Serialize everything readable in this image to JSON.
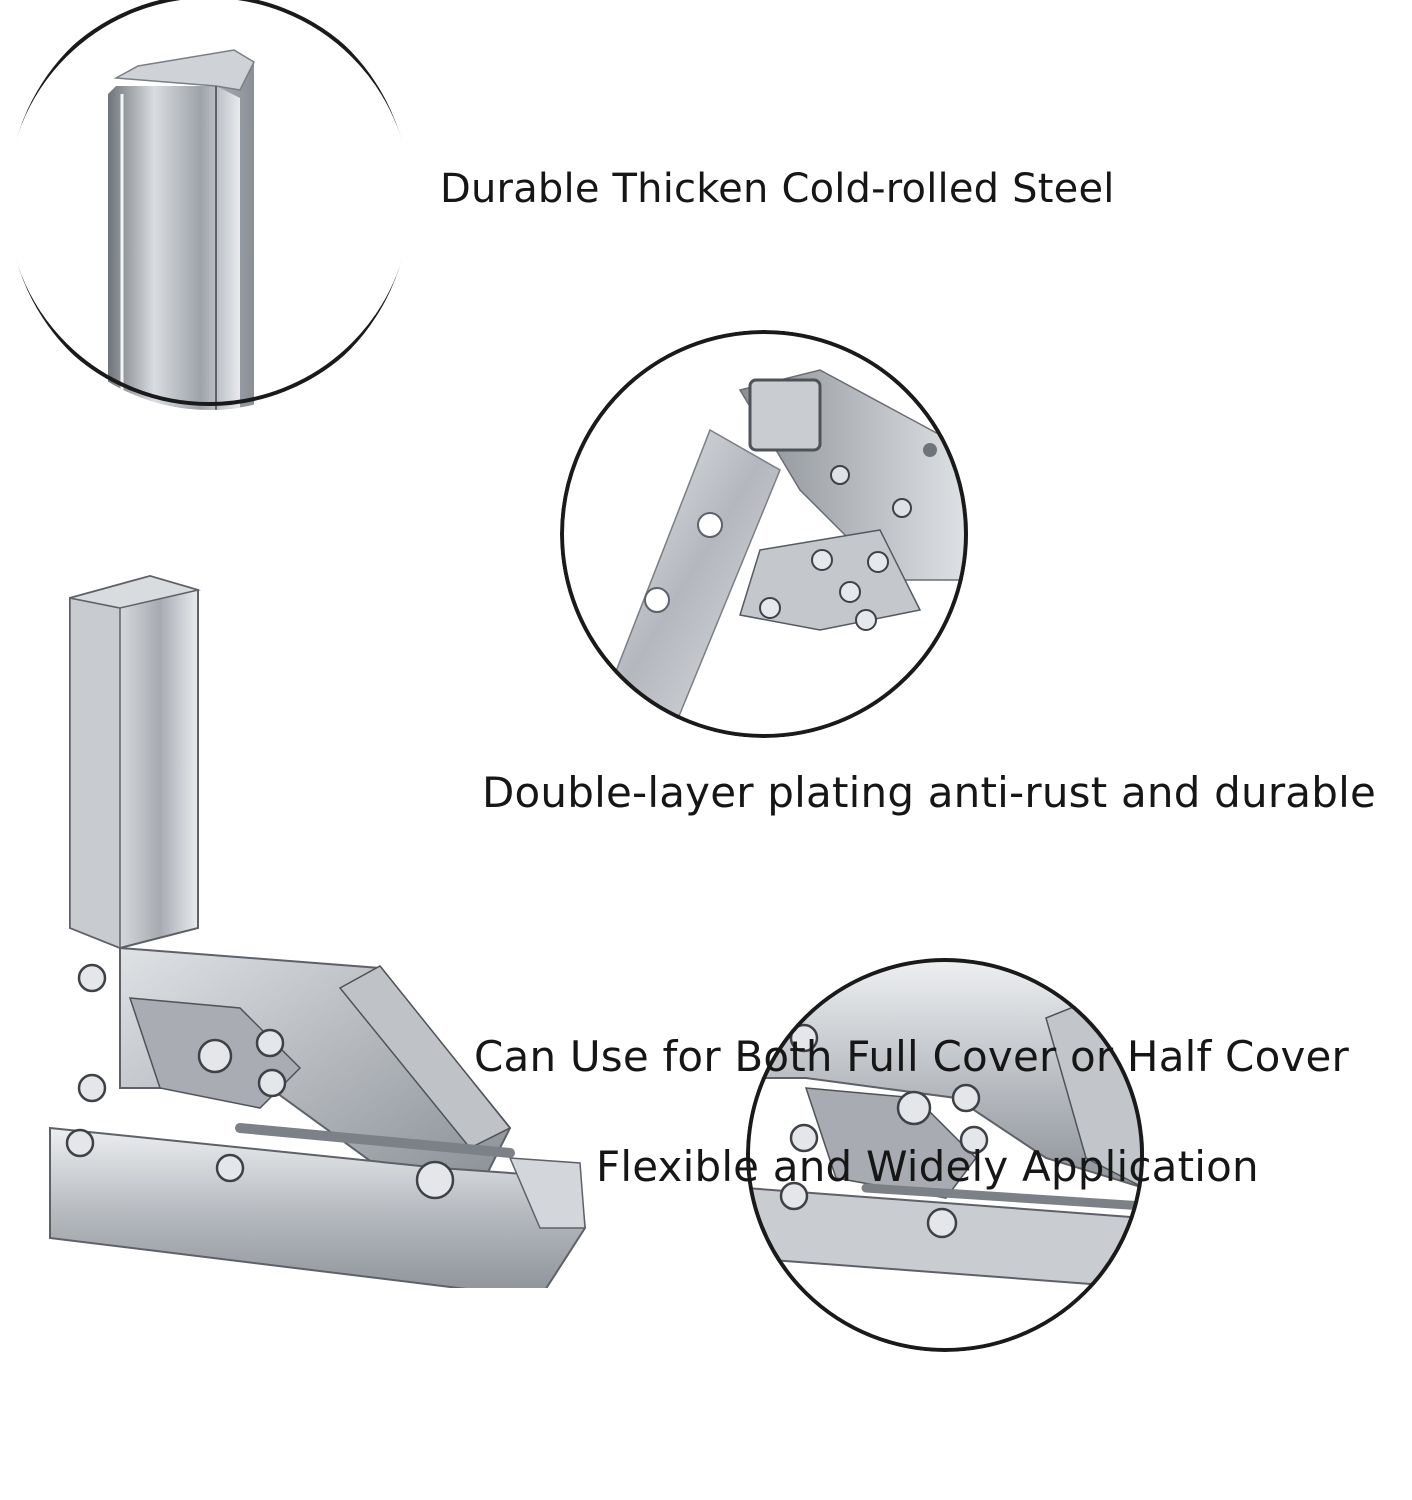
{
  "captions": {
    "durable_steel": "Durable Thicken Cold-rolled Steel",
    "plating": "Double-layer plating anti-rust and durable",
    "cover_line1": "Can Use for Both Full Cover or Half Cover",
    "cover_line2": "Flexible and Widely Application"
  },
  "colors": {
    "background": "#ffffff",
    "steel_light": "#e4e6ea",
    "steel_mid": "#aeb2b8",
    "steel_dark": "#5e6268",
    "outline": "#1a1a1a"
  }
}
